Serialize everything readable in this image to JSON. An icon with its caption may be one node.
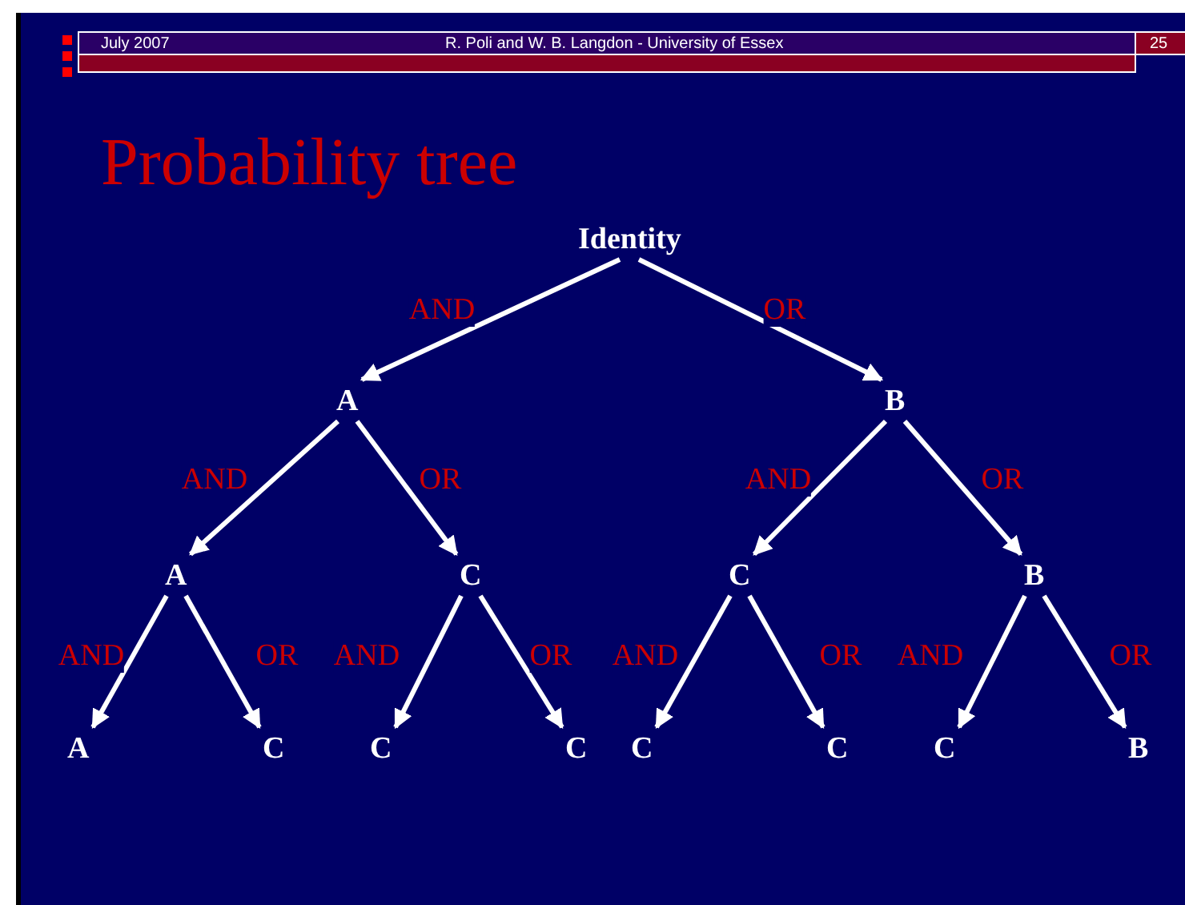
{
  "diagram": {
    "title": "Probability tree",
    "nodes": [
      {
        "text": [
          "Identity"
        ]
      },
      {
        "text": [
          "A"
        ]
      },
      {
        "text": [
          "B"
        ]
      },
      {
        "text": [
          "A"
        ]
      },
      {
        "text": [
          "C"
        ]
      },
      {
        "text": [
          "C"
        ]
      },
      {
        "text": [
          "B"
        ]
      },
      {
        "text": [
          "A"
        ]
      },
      {
        "text": [
          "C"
        ]
      },
      {
        "text": [
          "C"
        ]
      },
      {
        "text": [
          "C"
        ]
      },
      {
        "text": [
          "C"
        ]
      },
      {
        "text": [
          "C"
        ]
      },
      {
        "text": [
          "C"
        ]
      },
      {
        "text": [
          "B"
        ]
      }
    ],
    "edges": [
      {
        "from": 0,
        "to": 1,
        "arrow": "to",
        "label": "AND"
      },
      {
        "from": 0,
        "to": 2,
        "arrow": "to",
        "label": "OR"
      },
      {
        "from": 1,
        "to": 3,
        "arrow": "to",
        "label": "AND"
      },
      {
        "from": 1,
        "to": 4,
        "arrow": "to",
        "label": "OR"
      },
      {
        "from": 2,
        "to": 5,
        "arrow": "to",
        "label": "AND"
      },
      {
        "from": 2,
        "to": 6,
        "arrow": "to",
        "label": "OR"
      },
      {
        "from": 3,
        "to": 7,
        "arrow": "to",
        "label": "AND"
      },
      {
        "from": 3,
        "to": 8,
        "arrow": "to",
        "label": "OR"
      },
      {
        "from": 4,
        "to": 9,
        "arrow": "to",
        "label": "AND"
      },
      {
        "from": 4,
        "to": 10,
        "arrow": "to",
        "label": "OR"
      },
      {
        "from": 5,
        "to": 11,
        "arrow": "to",
        "label": "AND"
      },
      {
        "from": 5,
        "to": 12,
        "arrow": "to",
        "label": "OR"
      },
      {
        "from": 6,
        "to": 13,
        "arrow": "to",
        "label": "AND"
      },
      {
        "from": 6,
        "to": 14,
        "arrow": "to",
        "label": "OR"
      }
    ],
    "labels": [
      "July 2007",
      "R. Poli and W. B. Langdon - University of Essex",
      "25"
    ]
  }
}
